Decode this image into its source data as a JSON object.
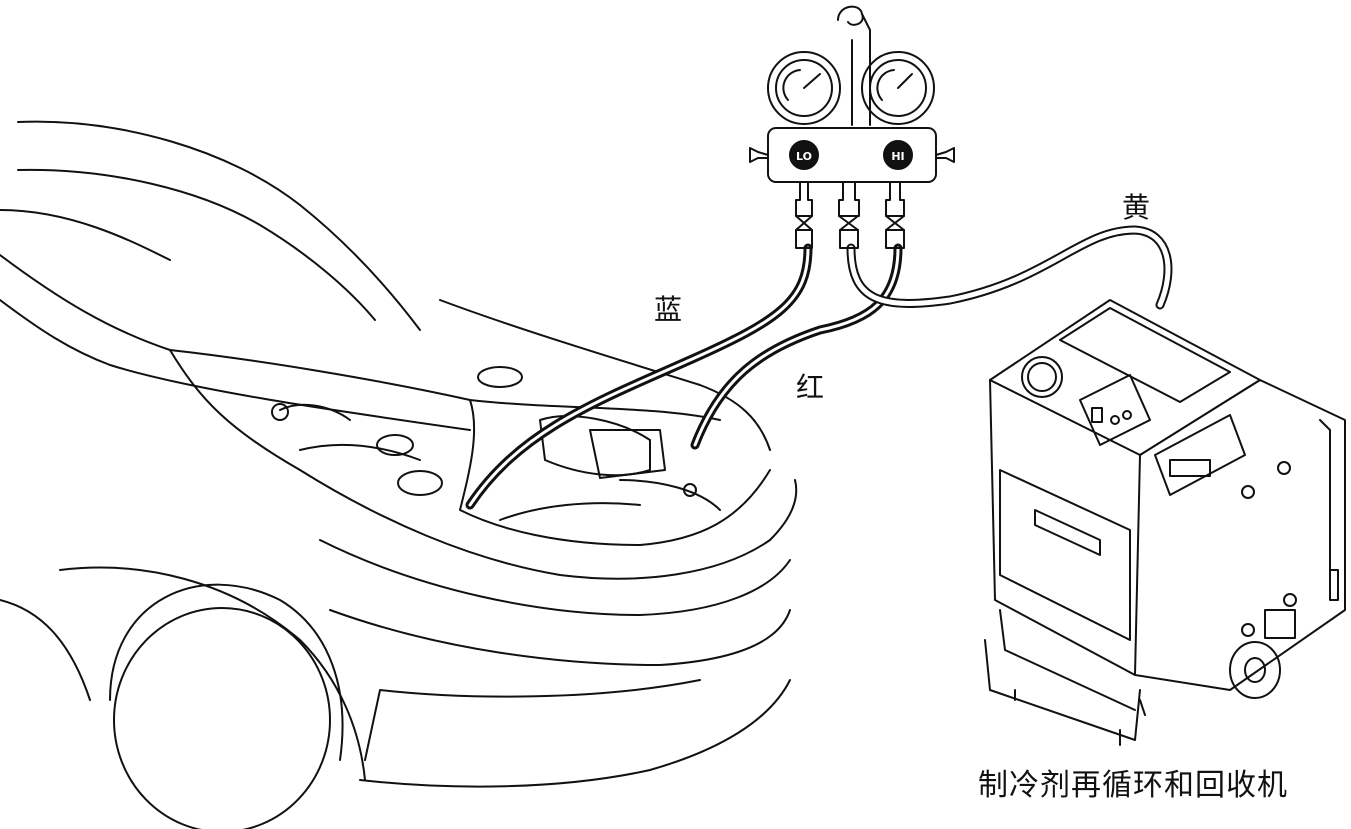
{
  "labels": {
    "yellow_hose": "黄",
    "blue_hose": "蓝",
    "red_hose": "红",
    "machine": "制冷剂再循环和回收机"
  },
  "gauge_manifold": {
    "low_side_label": "LO",
    "high_side_label": "HI"
  },
  "colors": {
    "line": "#111111",
    "background": "#ffffff"
  }
}
